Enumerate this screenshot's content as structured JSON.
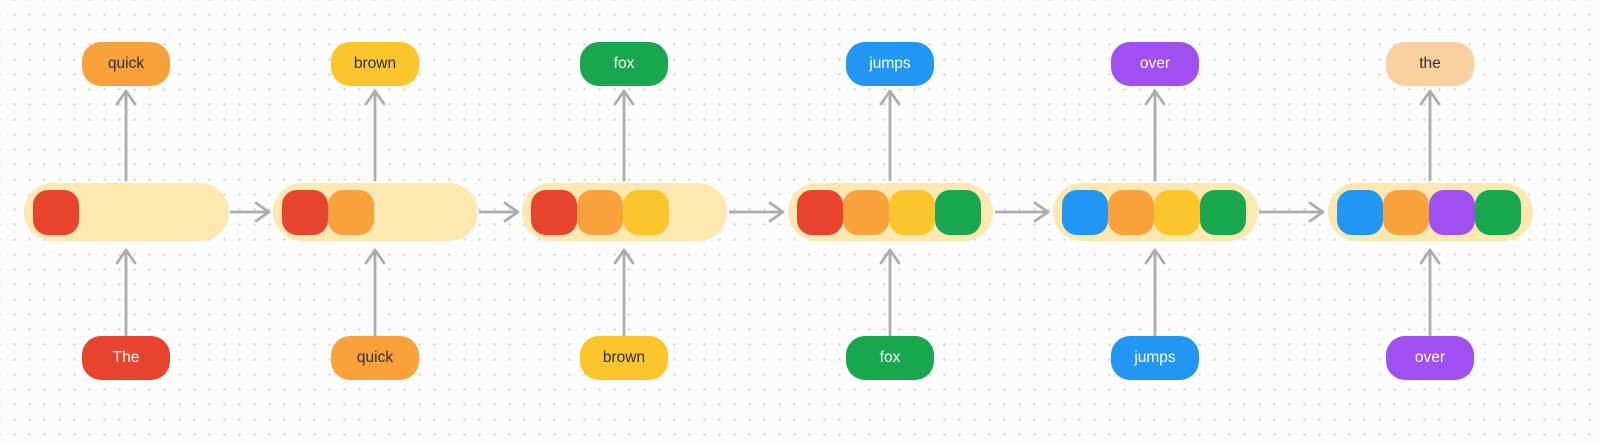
{
  "canvas": {
    "background": "#FCFCFC",
    "dot_color": "#CFCFCF"
  },
  "arrow_color": "#ACACAC",
  "state_container_color": "#FCE8B0",
  "token_colors": {
    "The_red": "#E8432C",
    "quick_orange": "#F9A23C",
    "brown_yellow": "#FBC52B",
    "fox_green": "#18A64F",
    "jumps_blue": "#2196F3",
    "over_purple": "#A04FF1",
    "the_peach": "#FAD0A0"
  },
  "steps": [
    {
      "output": {
        "label": "quick",
        "bg": "#F9A23C",
        "fg": "#2F2F2F"
      },
      "input": {
        "label": "The",
        "bg": "#E8432C",
        "fg": "#FFFFFF"
      },
      "state_cells": [
        "#E8432C"
      ]
    },
    {
      "output": {
        "label": "brown",
        "bg": "#FBC52B",
        "fg": "#2F2F2F"
      },
      "input": {
        "label": "quick",
        "bg": "#F9A23C",
        "fg": "#2F2F2F"
      },
      "state_cells": [
        "#E8432C",
        "#F9A23C"
      ]
    },
    {
      "output": {
        "label": "fox",
        "bg": "#18A64F",
        "fg": "#FFFFFF"
      },
      "input": {
        "label": "brown",
        "bg": "#FBC52B",
        "fg": "#2F2F2F"
      },
      "state_cells": [
        "#E8432C",
        "#F9A23C",
        "#FBC52B"
      ]
    },
    {
      "output": {
        "label": "jumps",
        "bg": "#2196F3",
        "fg": "#FFFFFF"
      },
      "input": {
        "label": "fox",
        "bg": "#18A64F",
        "fg": "#FFFFFF"
      },
      "state_cells": [
        "#E8432C",
        "#F9A23C",
        "#FBC52B",
        "#18A64F"
      ]
    },
    {
      "output": {
        "label": "over",
        "bg": "#A04FF1",
        "fg": "#FFFFFF"
      },
      "input": {
        "label": "jumps",
        "bg": "#2196F3",
        "fg": "#FFFFFF"
      },
      "state_cells": [
        "#2196F3",
        "#F9A23C",
        "#FBC52B",
        "#18A64F"
      ]
    },
    {
      "output": {
        "label": "the",
        "bg": "#FAD0A0",
        "fg": "#2F2F2F"
      },
      "input": {
        "label": "over",
        "bg": "#A04FF1",
        "fg": "#FFFFFF"
      },
      "state_cells": [
        "#2196F3",
        "#F9A23C",
        "#A04FF1",
        "#18A64F"
      ]
    }
  ]
}
